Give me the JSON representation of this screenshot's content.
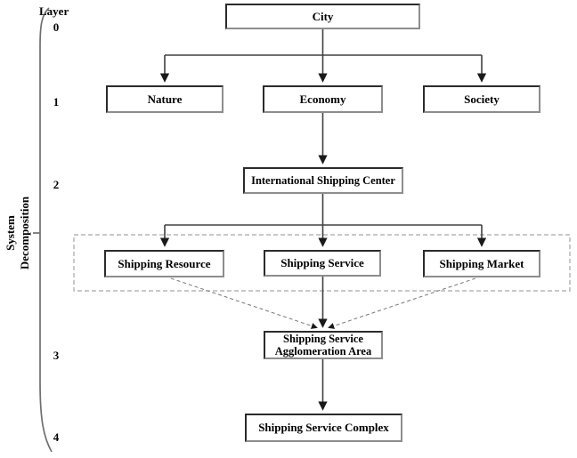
{
  "diagram": {
    "axis": {
      "heading": "Layer",
      "label": "System\nDecomposition",
      "ticks": [
        "0",
        "1",
        "2",
        "3",
        "4"
      ]
    },
    "nodes": {
      "city": "City",
      "nature": "Nature",
      "economy": "Economy",
      "society": "Society",
      "shipping_center": "International Shipping Center",
      "shipping_resource": "Shipping Resource",
      "shipping_service": "Shipping Service",
      "shipping_market": "Shipping Market",
      "agglomeration": "Shipping Service Agglomeration Area",
      "complex": "Shipping Service Complex"
    },
    "colors": {
      "background": "#ffffff",
      "connector": "#404040",
      "dashed_line": "#808080",
      "dashed_region_border": "#a6a6a6",
      "box_border_dark": "#2b2b2b",
      "box_border_shadow": "#8d8d8d",
      "brace": "#6f6f6f",
      "text": "#000000"
    }
  }
}
